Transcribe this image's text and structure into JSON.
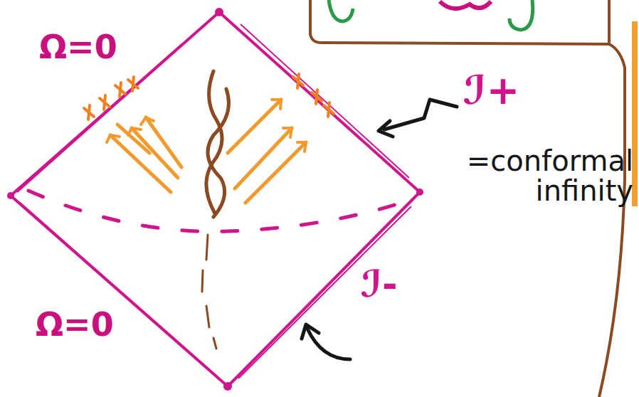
{
  "diagram": {
    "labels": [
      "Ω=0",
      "Ω=0",
      "ℐ+",
      "=conformal infinity",
      "ℐ-"
    ]
  }
}
